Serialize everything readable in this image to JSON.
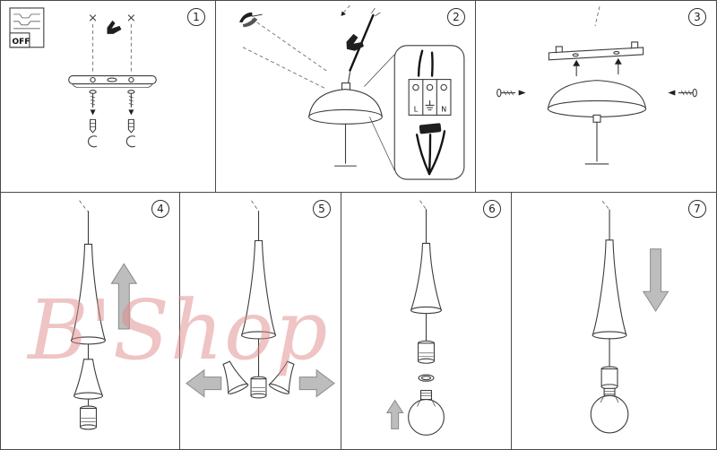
{
  "watermark": "B'Shop",
  "steps": [
    {
      "number": "1"
    },
    {
      "number": "2"
    },
    {
      "number": "3"
    },
    {
      "number": "4"
    },
    {
      "number": "5"
    },
    {
      "number": "6"
    },
    {
      "number": "7"
    }
  ],
  "panel1": {
    "switch_label": "OFF"
  },
  "panel2": {
    "terminal_l": "L",
    "terminal_n": "N",
    "earth_symbol": "⏚"
  },
  "colors": {
    "line": "#3c3c3c",
    "arrow_fill": "#bdbdbd",
    "watermark_pink": "#e08a8a"
  }
}
